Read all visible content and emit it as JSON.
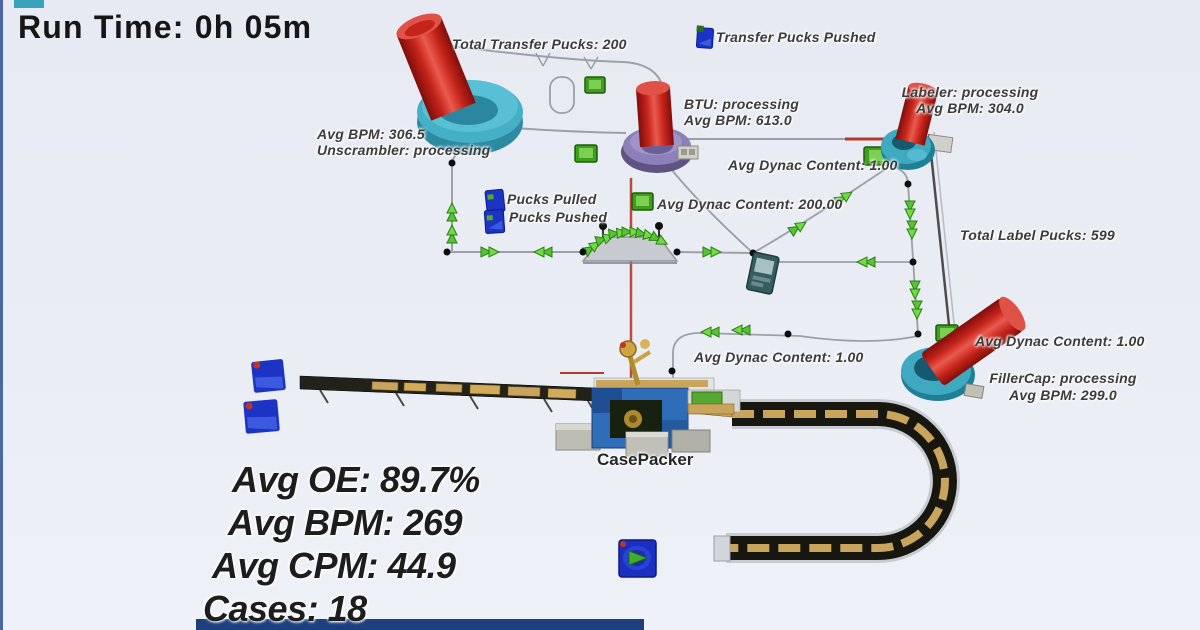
{
  "header": {
    "run_time": "Run Time: 0h 05m"
  },
  "top": {
    "total_transfer_pucks": "Total Transfer Pucks: 200",
    "transfer_pucks_pushed": "Transfer Pucks Pushed"
  },
  "machines": {
    "unscrambler": {
      "bpm": "Avg BPM: 306.5",
      "status": "Unscrambler: processing"
    },
    "btu": {
      "status": "BTU: processing",
      "bpm": "Avg BPM: 613.0"
    },
    "labeler": {
      "status": "Labeler: processing",
      "bpm": "Avg BPM: 304.0"
    },
    "fillercap": {
      "status": "FillerCap: processing",
      "bpm": "Avg BPM: 299.0"
    },
    "casepacker": {
      "name": "CasePacker"
    }
  },
  "dynac": {
    "btu_out": "Avg Dynac Content: 1.00",
    "main_line": "Avg Dynac Content: 200.00",
    "filler_in": "Avg Dynac Content: 1.00",
    "casepacker_in": "Avg Dynac Content: 1.00"
  },
  "pucks": {
    "pulled": "Pucks Pulled",
    "pushed": "Pucks Pushed",
    "total_label": "Total Label Pucks: 599"
  },
  "summary": {
    "oe": "Avg OE: 89.7%",
    "bpm": "Avg BPM: 269",
    "cpm": "Avg CPM: 44.9",
    "cases": "Cases: 18"
  },
  "colors": {
    "background": "#e9edf4",
    "machine_red": "#c5241a",
    "machine_teal": "#3fa9c0",
    "btu_purple": "#8d7fb8",
    "arrow_green": "#54c432",
    "box_blue": "#1c33c4",
    "sensor_green": "#4fae28",
    "conveyor_tan": "#c9a45c",
    "path_red": "#b5382c",
    "path_gray": "#9aa0a8",
    "label_text": "#3c3c3c"
  }
}
